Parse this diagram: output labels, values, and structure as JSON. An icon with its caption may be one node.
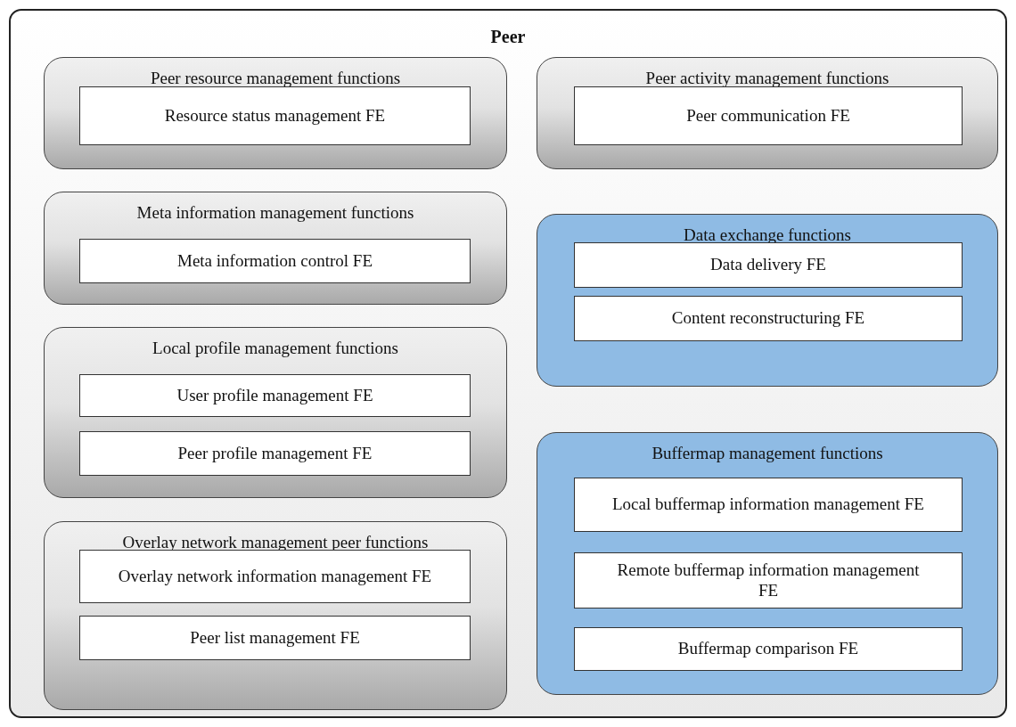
{
  "diagram": {
    "nodes": [
      {
        "text": [
          "Peer"
        ]
      },
      {
        "text": [
          "Peer resource management functions"
        ],
        "in": 0
      },
      {
        "text": [
          "Resource status management FE"
        ],
        "in": 1
      },
      {
        "text": [
          "Peer activity management functions"
        ],
        "in": 0
      },
      {
        "text": [
          "Peer communication FE"
        ],
        "in": 3
      },
      {
        "text": [
          "Meta information management functions"
        ],
        "in": 0
      },
      {
        "text": [
          "Meta information control FE"
        ],
        "in": 5
      },
      {
        "text": [
          "Data exchange functions"
        ],
        "in": 0
      },
      {
        "text": [
          "Data delivery FE"
        ],
        "in": 7
      },
      {
        "text": [
          "Content reconstructuring FE"
        ],
        "in": 7
      },
      {
        "text": [
          "Local profile management functions"
        ],
        "in": 0
      },
      {
        "text": [
          "User profile management FE"
        ],
        "in": 10
      },
      {
        "text": [
          "Peer profile management FE"
        ],
        "in": 10
      },
      {
        "text": [
          "Buffermap management functions"
        ],
        "in": 0
      },
      {
        "text": [
          "Local buffermap information management FE"
        ],
        "in": 13
      },
      {
        "text": [
          "Remote buffermap information management FE"
        ],
        "in": 13
      },
      {
        "text": [
          "Buffermap comparison FE"
        ],
        "in": 13
      },
      {
        "text": [
          "Overlay network management peer functions"
        ],
        "in": 0
      },
      {
        "text": [
          "Overlay network information management FE"
        ],
        "in": 17
      },
      {
        "text": [
          "Peer list management FE"
        ],
        "in": 17
      }
    ]
  }
}
